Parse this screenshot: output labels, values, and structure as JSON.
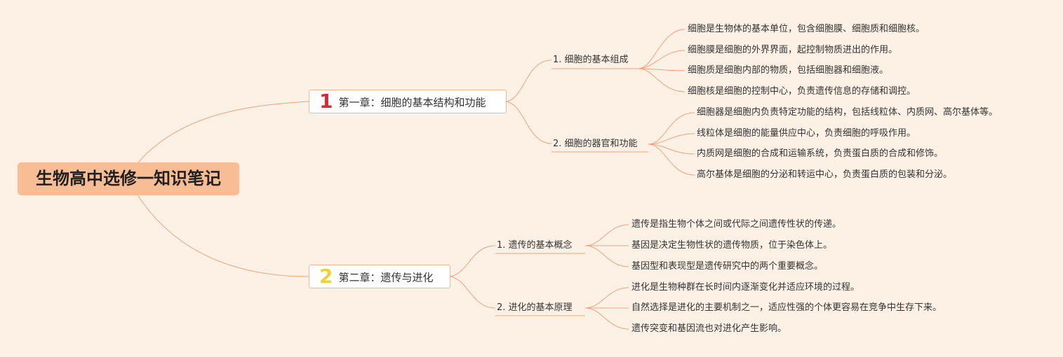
{
  "colors": {
    "background": "#fdf1e6",
    "root_fill": "#f8bd95",
    "chapter_border": "#f4b890",
    "connector": "#f2a27c",
    "chapter1_number": "#d8283c",
    "chapter2_number": "#f0cf3a"
  },
  "root": {
    "label": "生物高中选修一知识笔记"
  },
  "chapters": [
    {
      "number": "1",
      "label": "第一章：细胞的基本结构和功能",
      "sections": [
        {
          "label": "1. 细胞的基本组成",
          "points": [
            "细胞是生物体的基本单位，包含细胞膜、细胞质和细胞核。",
            "细胞膜是细胞的外界界面，起控制物质进出的作用。",
            "细胞质是细胞内部的物质，包括细胞器和细胞液。",
            "细胞核是细胞的控制中心，负责遗传信息的存储和调控。"
          ]
        },
        {
          "label": "2. 细胞的器官和功能",
          "points": [
            "细胞器是细胞内负责特定功能的结构，包括线粒体、内质网、高尔基体等。",
            "线粒体是细胞的能量供应中心，负责细胞的呼吸作用。",
            "内质网是细胞的合成和运输系统，负责蛋白质的合成和修饰。",
            "高尔基体是细胞的分泌和转运中心，负责蛋白质的包装和分泌。"
          ]
        }
      ]
    },
    {
      "number": "2",
      "label": "第二章：遗传与进化",
      "sections": [
        {
          "label": "1. 遗传的基本概念",
          "points": [
            "遗传是指生物个体之间或代际之间遗传性状的传递。",
            "基因是决定生物性状的遗传物质，位于染色体上。",
            "基因型和表现型是遗传研究中的两个重要概念。"
          ]
        },
        {
          "label": "2. 进化的基本原理",
          "points": [
            "进化是生物种群在长时间内逐渐变化并适应环境的过程。",
            "自然选择是进化的主要机制之一，适应性强的个体更容易在竞争中生存下来。",
            "遗传突变和基因流也对进化产生影响。"
          ]
        }
      ]
    }
  ]
}
